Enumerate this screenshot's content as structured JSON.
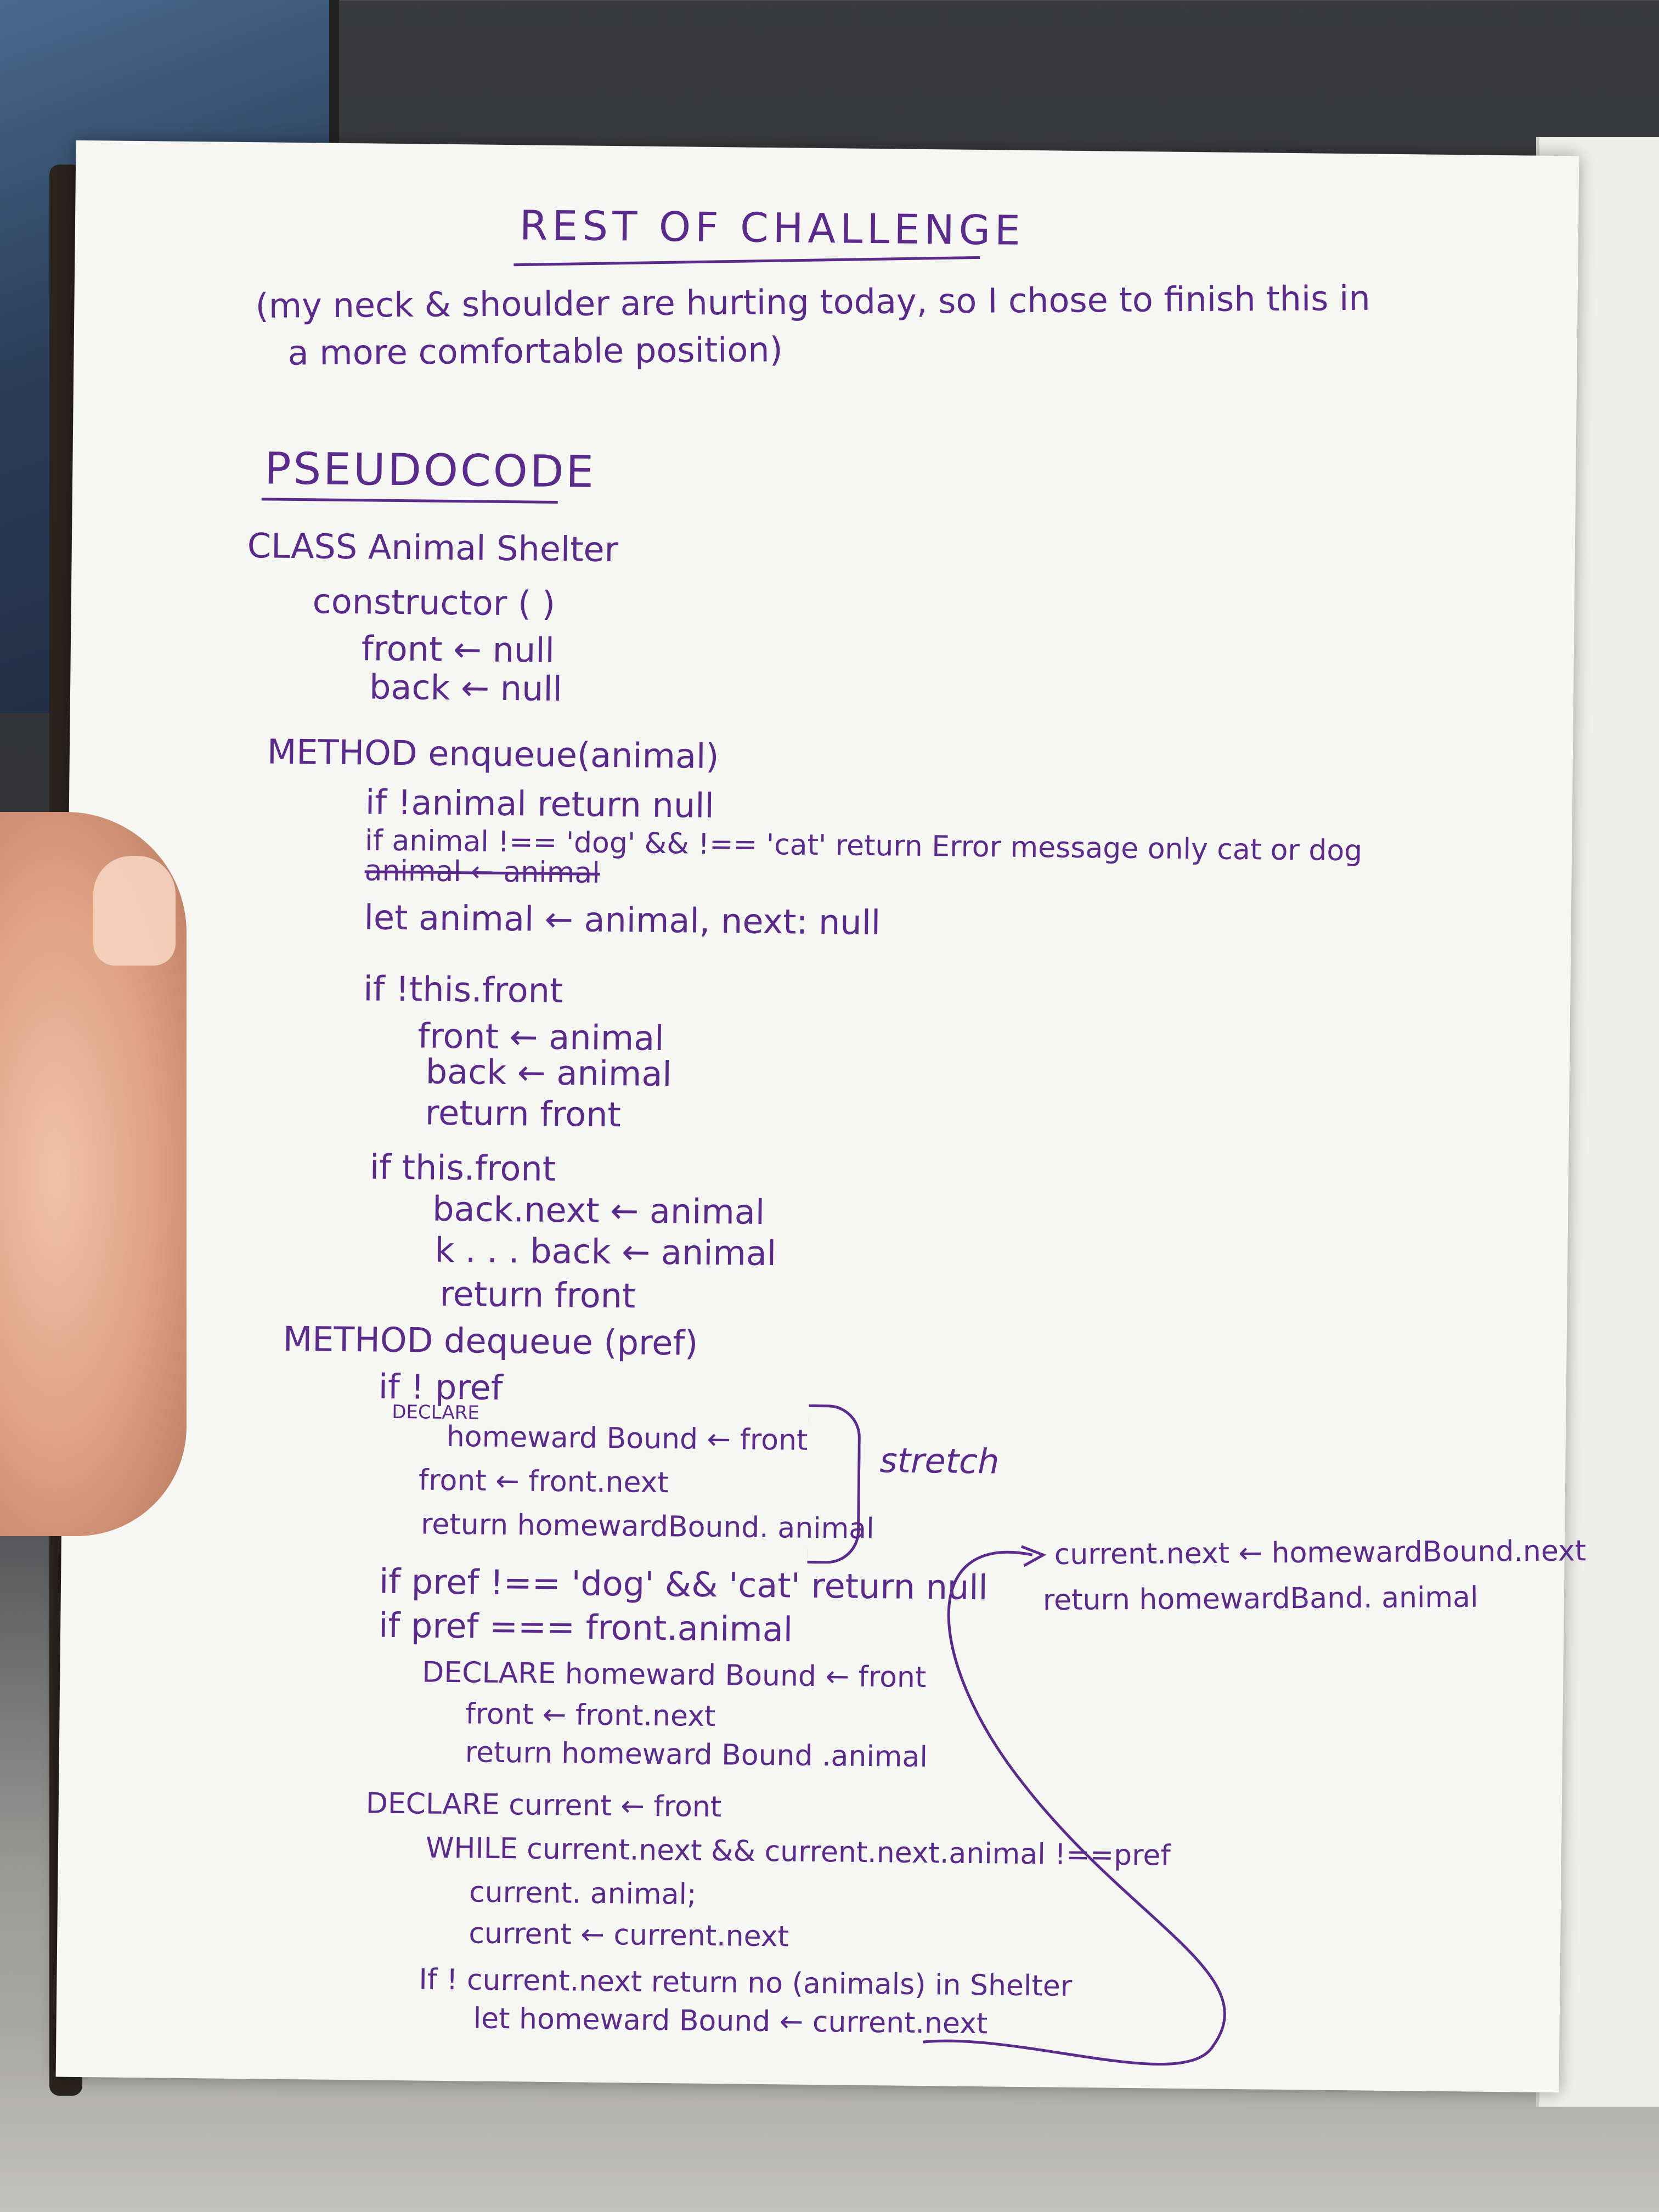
{
  "notebook": {
    "title": "REST OF CHALLENGE",
    "intro_line1": "(my neck & shoulder are hurting today, so I chose to finish this in",
    "intro_line2": "a more comfortable position)",
    "heading": "PSEUDOCODE",
    "lines": [
      "CLASS Animal Shelter",
      "constructor ( )",
      "front ← null",
      "back ← null",
      "METHOD enqueue(animal)",
      "if !animal return null",
      "if animal !== 'dog' && !== 'cat' return Error message only cat or dog",
      "animal ← animal",
      "let animal ← animal, next: null",
      "if !this.front",
      "front ← animal",
      "back ← animal",
      "return front",
      "if this.front",
      "back.next ← animal",
      "k . . . back ← animal",
      "return front",
      "METHOD dequeue (pref)",
      "if ! pref",
      "DECLARE",
      "homeward Bound ← front",
      "front ← front.next",
      "return homewardBound. animal",
      "stretch",
      "if pref !== 'dog' && 'cat' return null",
      "if pref === front.animal",
      "DECLARE homeward Bound ← front",
      "front ← front.next",
      "return homeward Bound .animal",
      "DECLARE current ← front",
      "WHILE current.next && current.next.animal !==pref",
      "current. animal;",
      "current ← current.next",
      "If ! current.next return no (animals) in Shelter",
      "let homeward Bound ← current.next",
      "current.next ← homewardBound.next",
      "return homewardBand. animal"
    ]
  },
  "colors": {
    "ink": "#5a2a8c",
    "paper": "#f6f6f3"
  }
}
